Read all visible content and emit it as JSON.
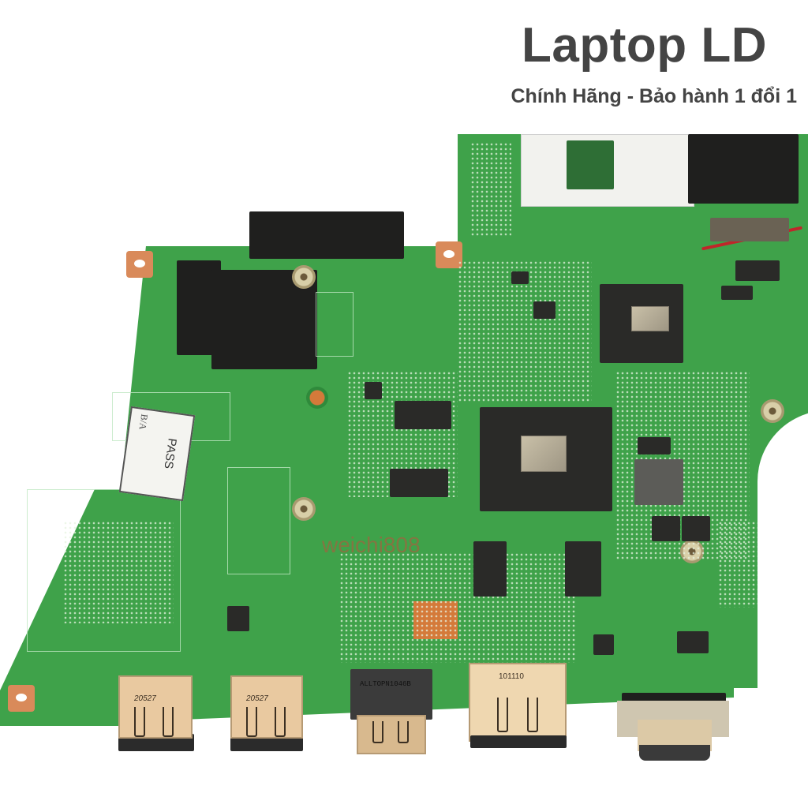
{
  "brand": {
    "title": "Laptop LD",
    "subtitle": "Chính Hãng - Bảo hành 1 đổi 1"
  },
  "photo": {
    "subject": "Laptop motherboard (mainboard)",
    "colors": {
      "pcb_green": "#3fa24a",
      "background": "#ffffff",
      "text": "#444444",
      "copper": "#d98a5a",
      "port_gold": "#e9c9a0"
    }
  },
  "labels": {
    "qc_sticker": "PASS",
    "qc_handwriting": "B/A",
    "watermark": "weichi808"
  },
  "ports": [
    {
      "type": "USB",
      "code": "20527"
    },
    {
      "type": "USB",
      "code": "20527"
    },
    {
      "type": "HDMI",
      "code": "ALLTOPN1046B"
    },
    {
      "type": "RJ45 Ethernet",
      "code": "101110"
    },
    {
      "type": "VGA",
      "code": ""
    }
  ]
}
